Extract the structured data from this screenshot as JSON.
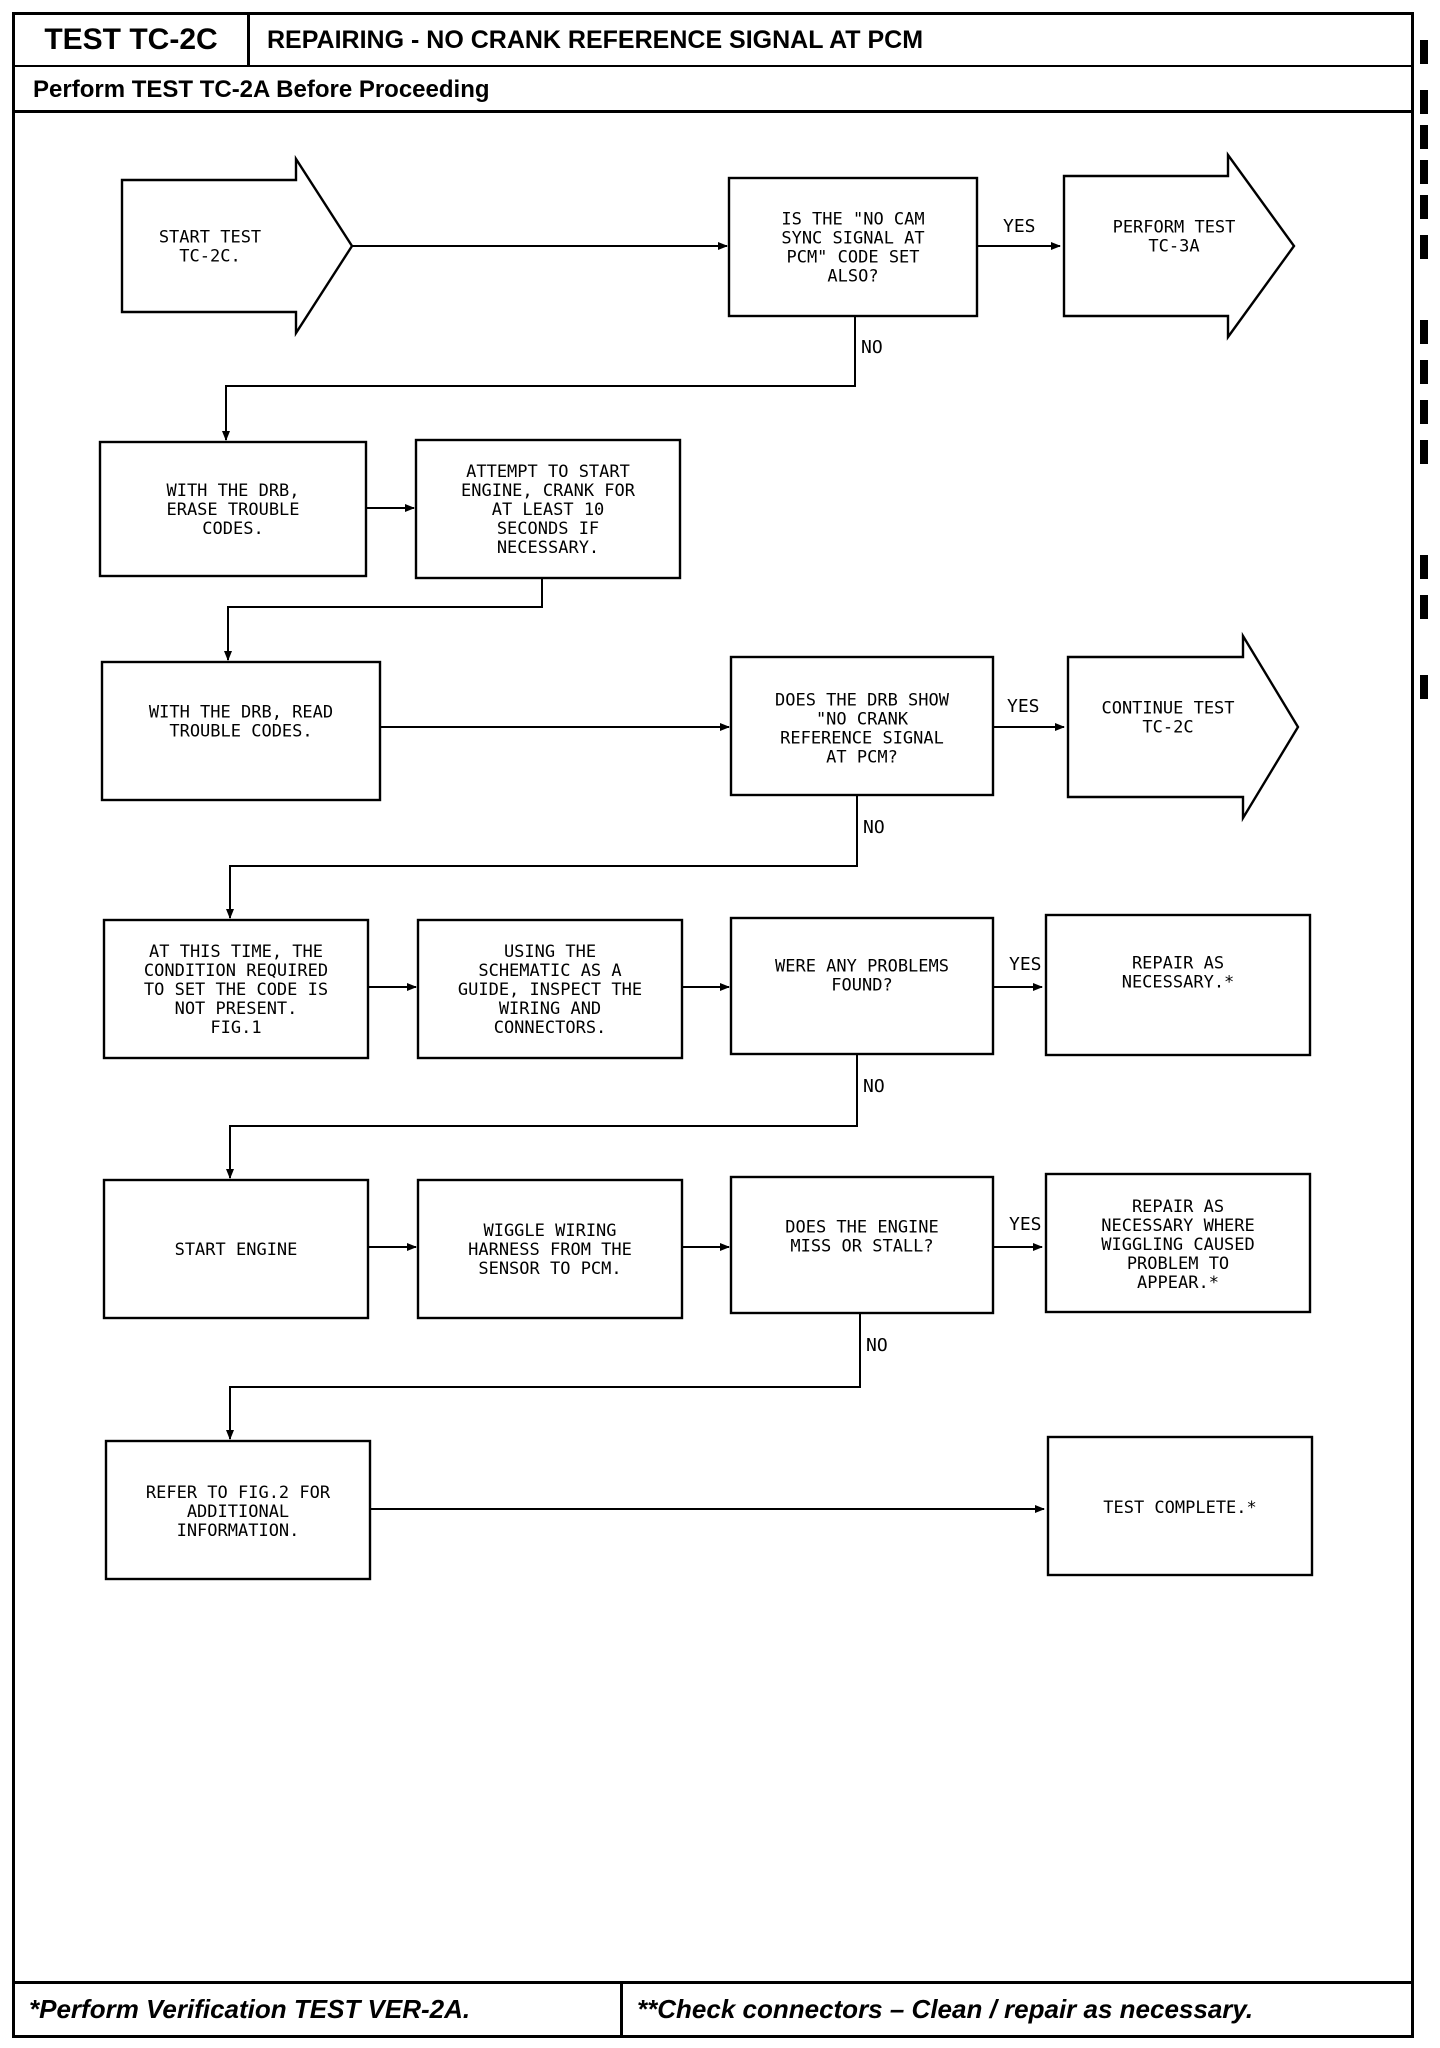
{
  "header": {
    "test_id": "TEST TC-2C",
    "title": "REPAIRING - NO CRANK REFERENCE SIGNAL AT PCM",
    "subtitle": "Perform TEST TC-2A Before Proceeding"
  },
  "footer": {
    "left": "*Perform Verification TEST VER-2A.",
    "right": "**Check connectors – Clean / repair as necessary."
  },
  "flow": {
    "start": [
      "START TEST",
      "TC-2C."
    ],
    "q1": [
      "IS THE \"NO CAM",
      "SYNC SIGNAL AT",
      "PCM\" CODE SET",
      "ALSO?"
    ],
    "perform_3a": [
      "PERFORM TEST",
      "TC-3A"
    ],
    "erase": [
      "WITH THE DRB,",
      "ERASE TROUBLE",
      "CODES."
    ],
    "attempt": [
      "ATTEMPT TO START",
      "ENGINE, CRANK FOR",
      "AT LEAST 10",
      "SECONDS IF",
      "NECESSARY."
    ],
    "read": [
      "WITH THE DRB, READ",
      "TROUBLE CODES."
    ],
    "q2": [
      "DOES THE DRB SHOW",
      "\"NO CRANK",
      "REFERENCE SIGNAL",
      "AT PCM?"
    ],
    "continue": [
      "CONTINUE TEST",
      "TC-2C"
    ],
    "condition": [
      "AT THIS TIME, THE",
      "CONDITION REQUIRED",
      "TO SET THE CODE IS",
      "NOT PRESENT.",
      "FIG.1"
    ],
    "inspect": [
      "USING THE",
      "SCHEMATIC AS A",
      "GUIDE, INSPECT THE",
      "WIRING AND",
      "CONNECTORS."
    ],
    "q3": [
      "WERE ANY PROBLEMS",
      "FOUND?"
    ],
    "repair1": [
      "REPAIR AS",
      "NECESSARY.*"
    ],
    "start_engine": [
      "START ENGINE"
    ],
    "wiggle": [
      "WIGGLE WIRING",
      "HARNESS FROM THE",
      "SENSOR TO PCM."
    ],
    "q4": [
      "DOES THE ENGINE",
      "MISS OR STALL?"
    ],
    "repair2": [
      "REPAIR AS",
      "NECESSARY WHERE",
      "WIGGLING CAUSED",
      "PROBLEM TO",
      "APPEAR.*"
    ],
    "refer": [
      "REFER TO FIG.2 FOR",
      "ADDITIONAL",
      "INFORMATION."
    ],
    "complete": [
      "TEST COMPLETE.*"
    ],
    "yes_label": "YES",
    "no_label": "NO"
  }
}
